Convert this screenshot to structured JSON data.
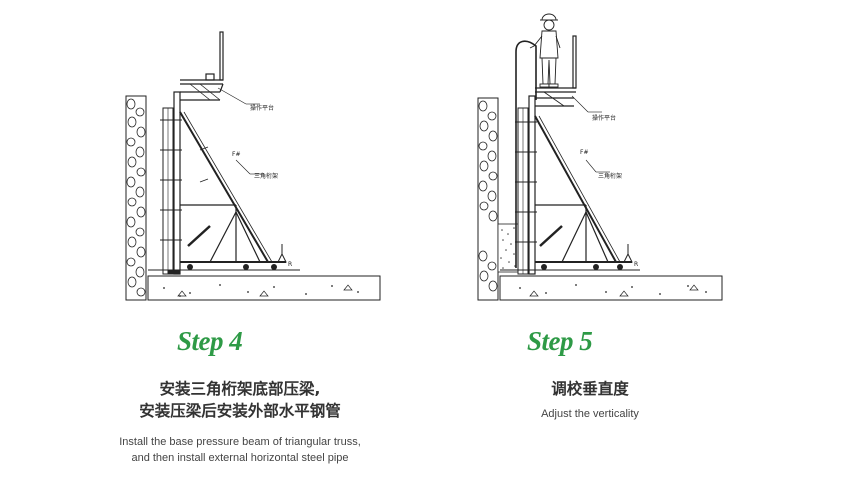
{
  "step4": {
    "title": "Step 4",
    "zh_line1": "安装三角桁架底部压梁,",
    "zh_line2": "安装压梁后安装外部水平钢管",
    "en_line1": "Install the base pressure beam of triangular truss,",
    "en_line2": "and then install external horizontal steel pipe",
    "labels": {
      "platform": "操作平台",
      "truss": "三角桁架",
      "f": "F#",
      "r": "R"
    }
  },
  "step5": {
    "title": "Step 5",
    "zh_line1": "调校垂直度",
    "en_line1": "Adjust the verticality",
    "labels": {
      "platform": "操作平台",
      "truss": "三角桁架",
      "f": "F#",
      "r": "R"
    }
  },
  "colors": {
    "accent_green": "#2e9a46",
    "line": "#222222"
  }
}
